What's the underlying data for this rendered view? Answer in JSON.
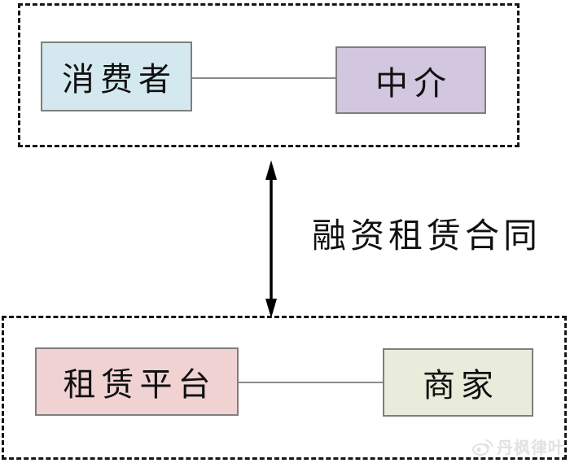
{
  "diagram": {
    "groups": [
      {
        "name": "top",
        "nodes": [
          {
            "id": "consumer",
            "label": "消费者",
            "fill": "#d4e9ef"
          },
          {
            "id": "intermediary",
            "label": "中介",
            "fill": "#d2c7df"
          }
        ]
      },
      {
        "name": "bottom",
        "nodes": [
          {
            "id": "platform",
            "label": "租赁平台",
            "fill": "#f1d2d2"
          },
          {
            "id": "merchant",
            "label": "商家",
            "fill": "#e9ecda"
          }
        ]
      }
    ],
    "relation": {
      "label": "融资租赁合同",
      "arrow": "double-headed-vertical"
    },
    "line_colors": {
      "dashed_border": "#161616",
      "node_border": "#7e7e7e",
      "connector": "#8a8a8a",
      "arrow": "#000000"
    },
    "watermark": {
      "icon": "weibo-icon",
      "text": "丹枫律叶",
      "color": "#e2e2e2"
    }
  }
}
